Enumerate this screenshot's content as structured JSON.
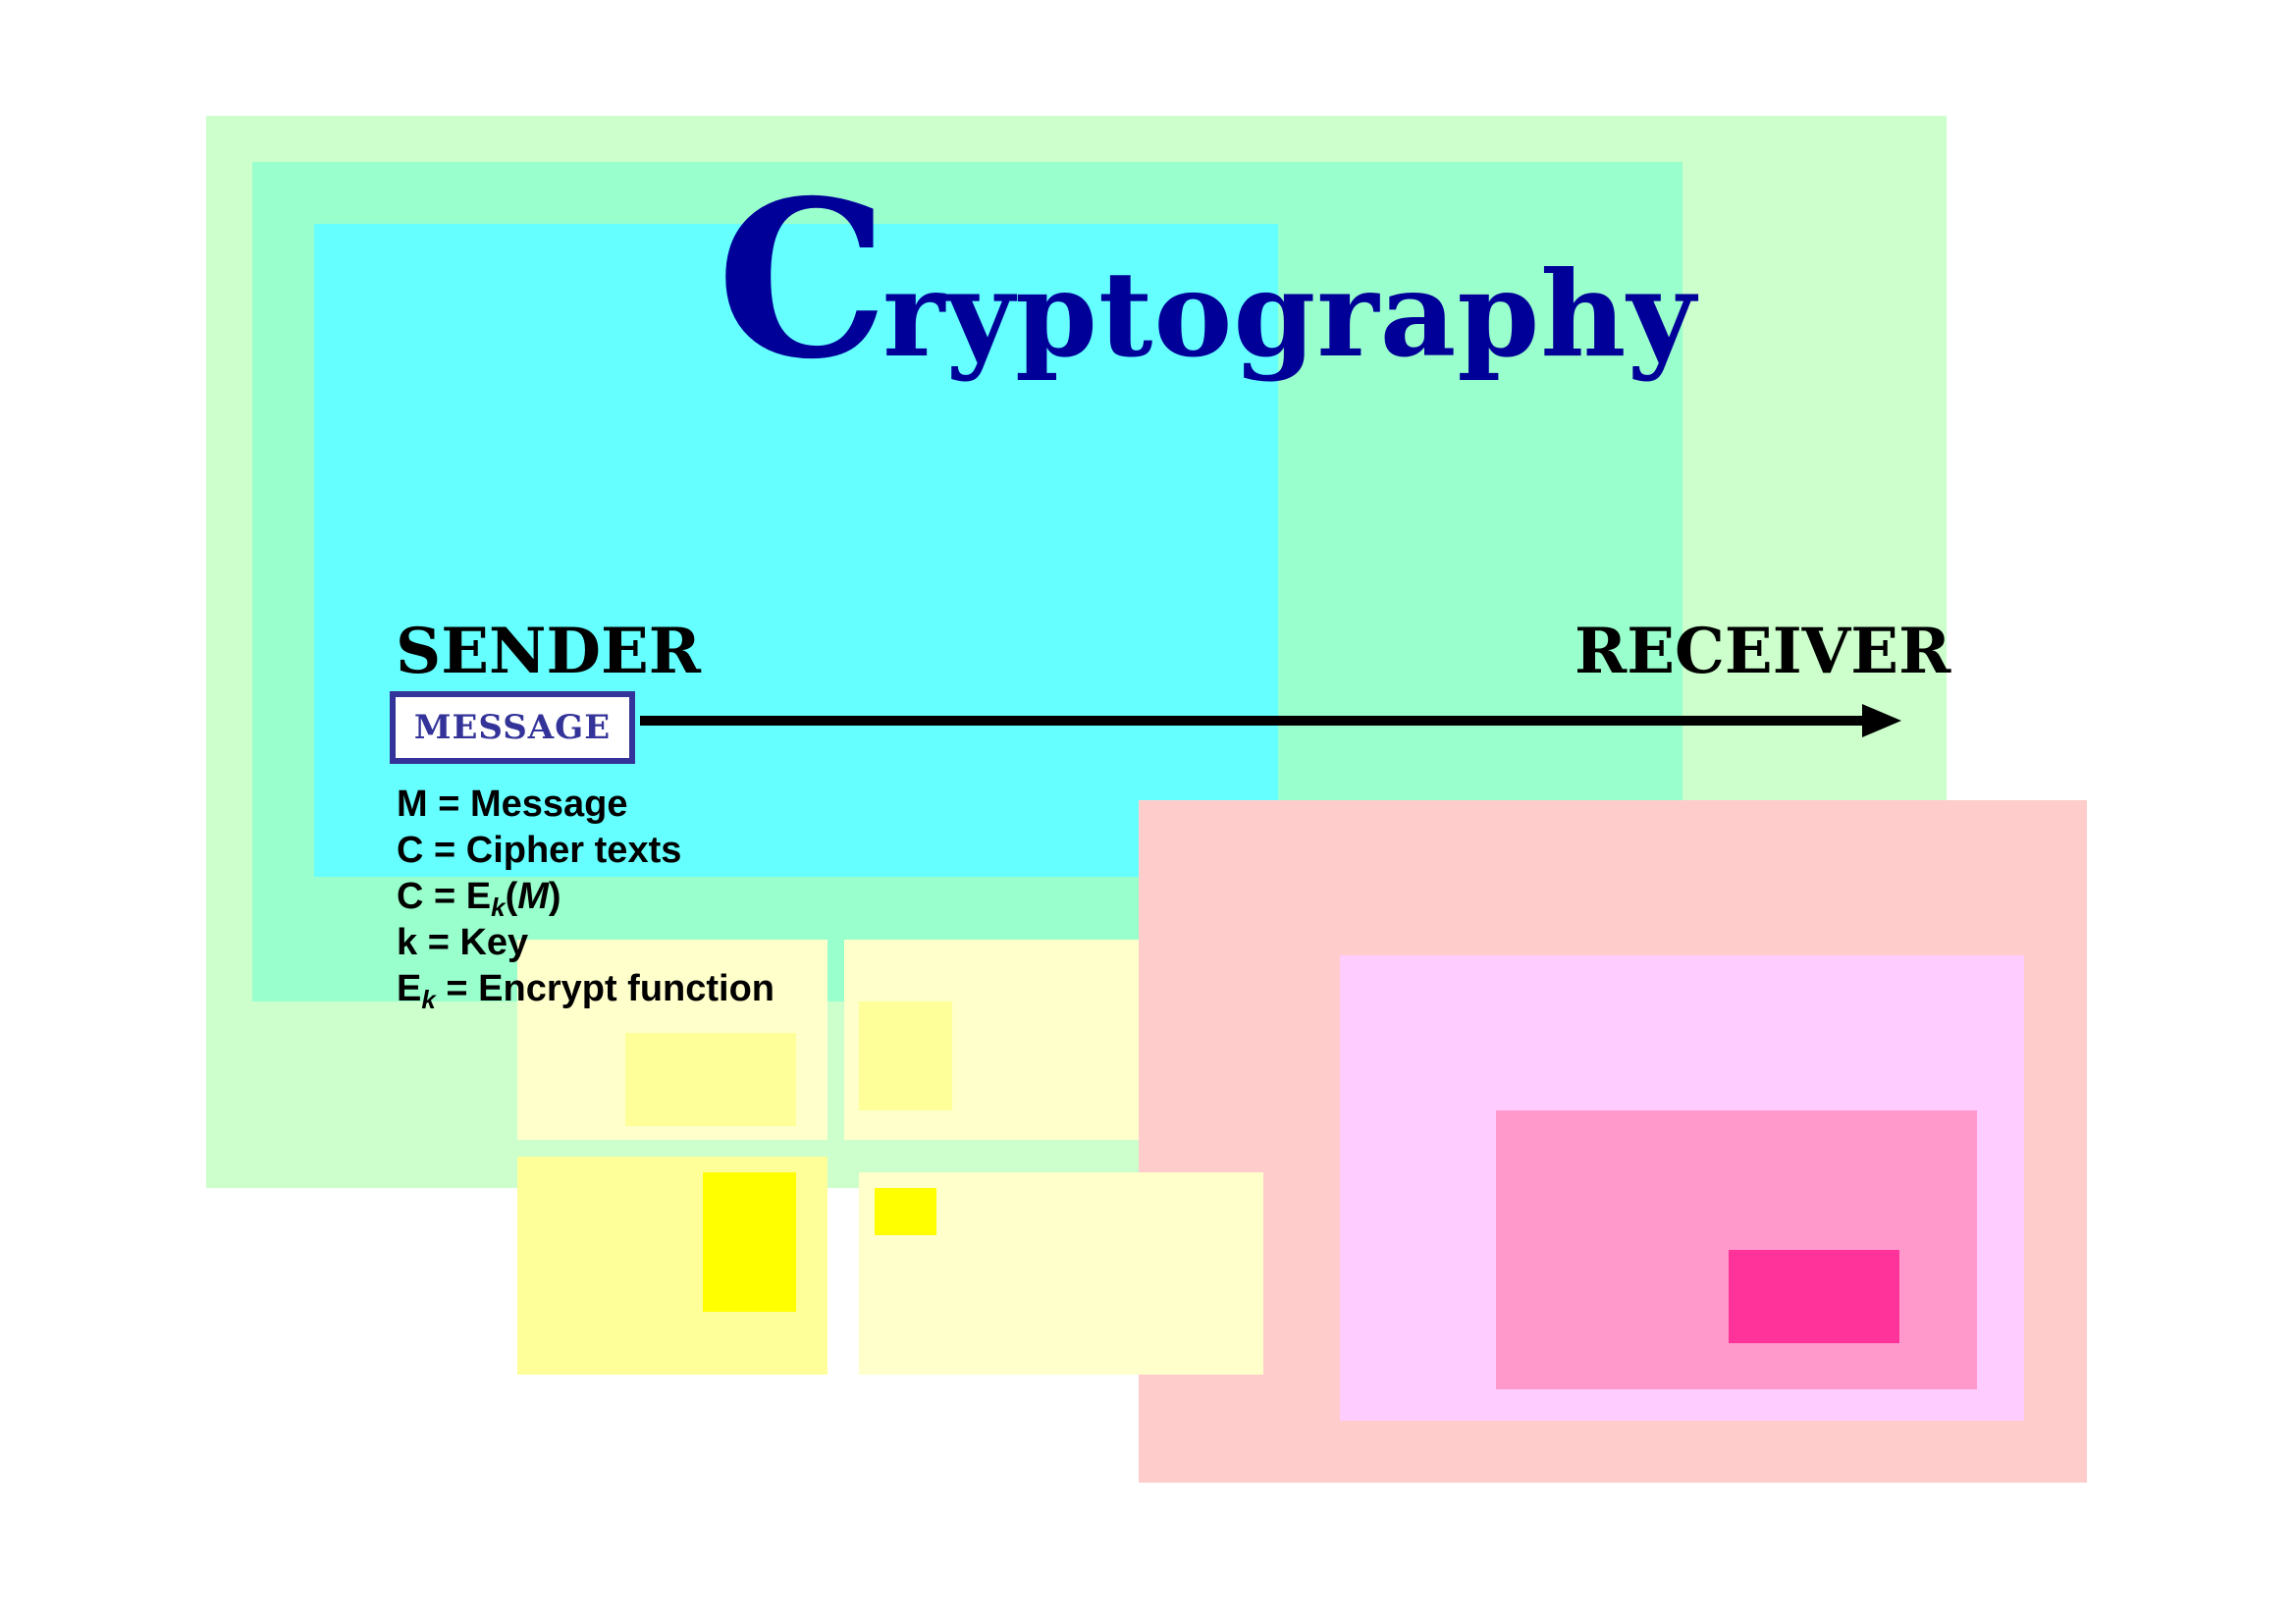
{
  "title": {
    "initial": "C",
    "rest": "ryptography"
  },
  "sender_label": "SENDER",
  "receiver_label": "RECEIVER",
  "message_box_label": "MESSAGE",
  "legend": {
    "line1": "M = Message",
    "line2": "C = Cipher texts",
    "line3": {
      "lhs": "C = E",
      "sub": "k",
      "arg_open": "(",
      "arg": "M",
      "arg_close": ")"
    },
    "line4": "k = Key",
    "line5": {
      "lhs": "E",
      "sub": "k",
      "rhs": " = Encrypt function"
    }
  },
  "colors": {
    "title": "#000099",
    "message_border": "#333399",
    "light_green": "#ccffcc",
    "aqua_green": "#99ffcc",
    "cyan": "#66ffff",
    "pale_yellow": "#ffffcc",
    "yellow_mid": "#ffff99",
    "yellow": "#ffff00",
    "salmon": "#ffcccc",
    "lilac": "#ffccff",
    "pink": "#ff99cc",
    "hot_pink": "#ff3399",
    "arrow": "#000000"
  }
}
